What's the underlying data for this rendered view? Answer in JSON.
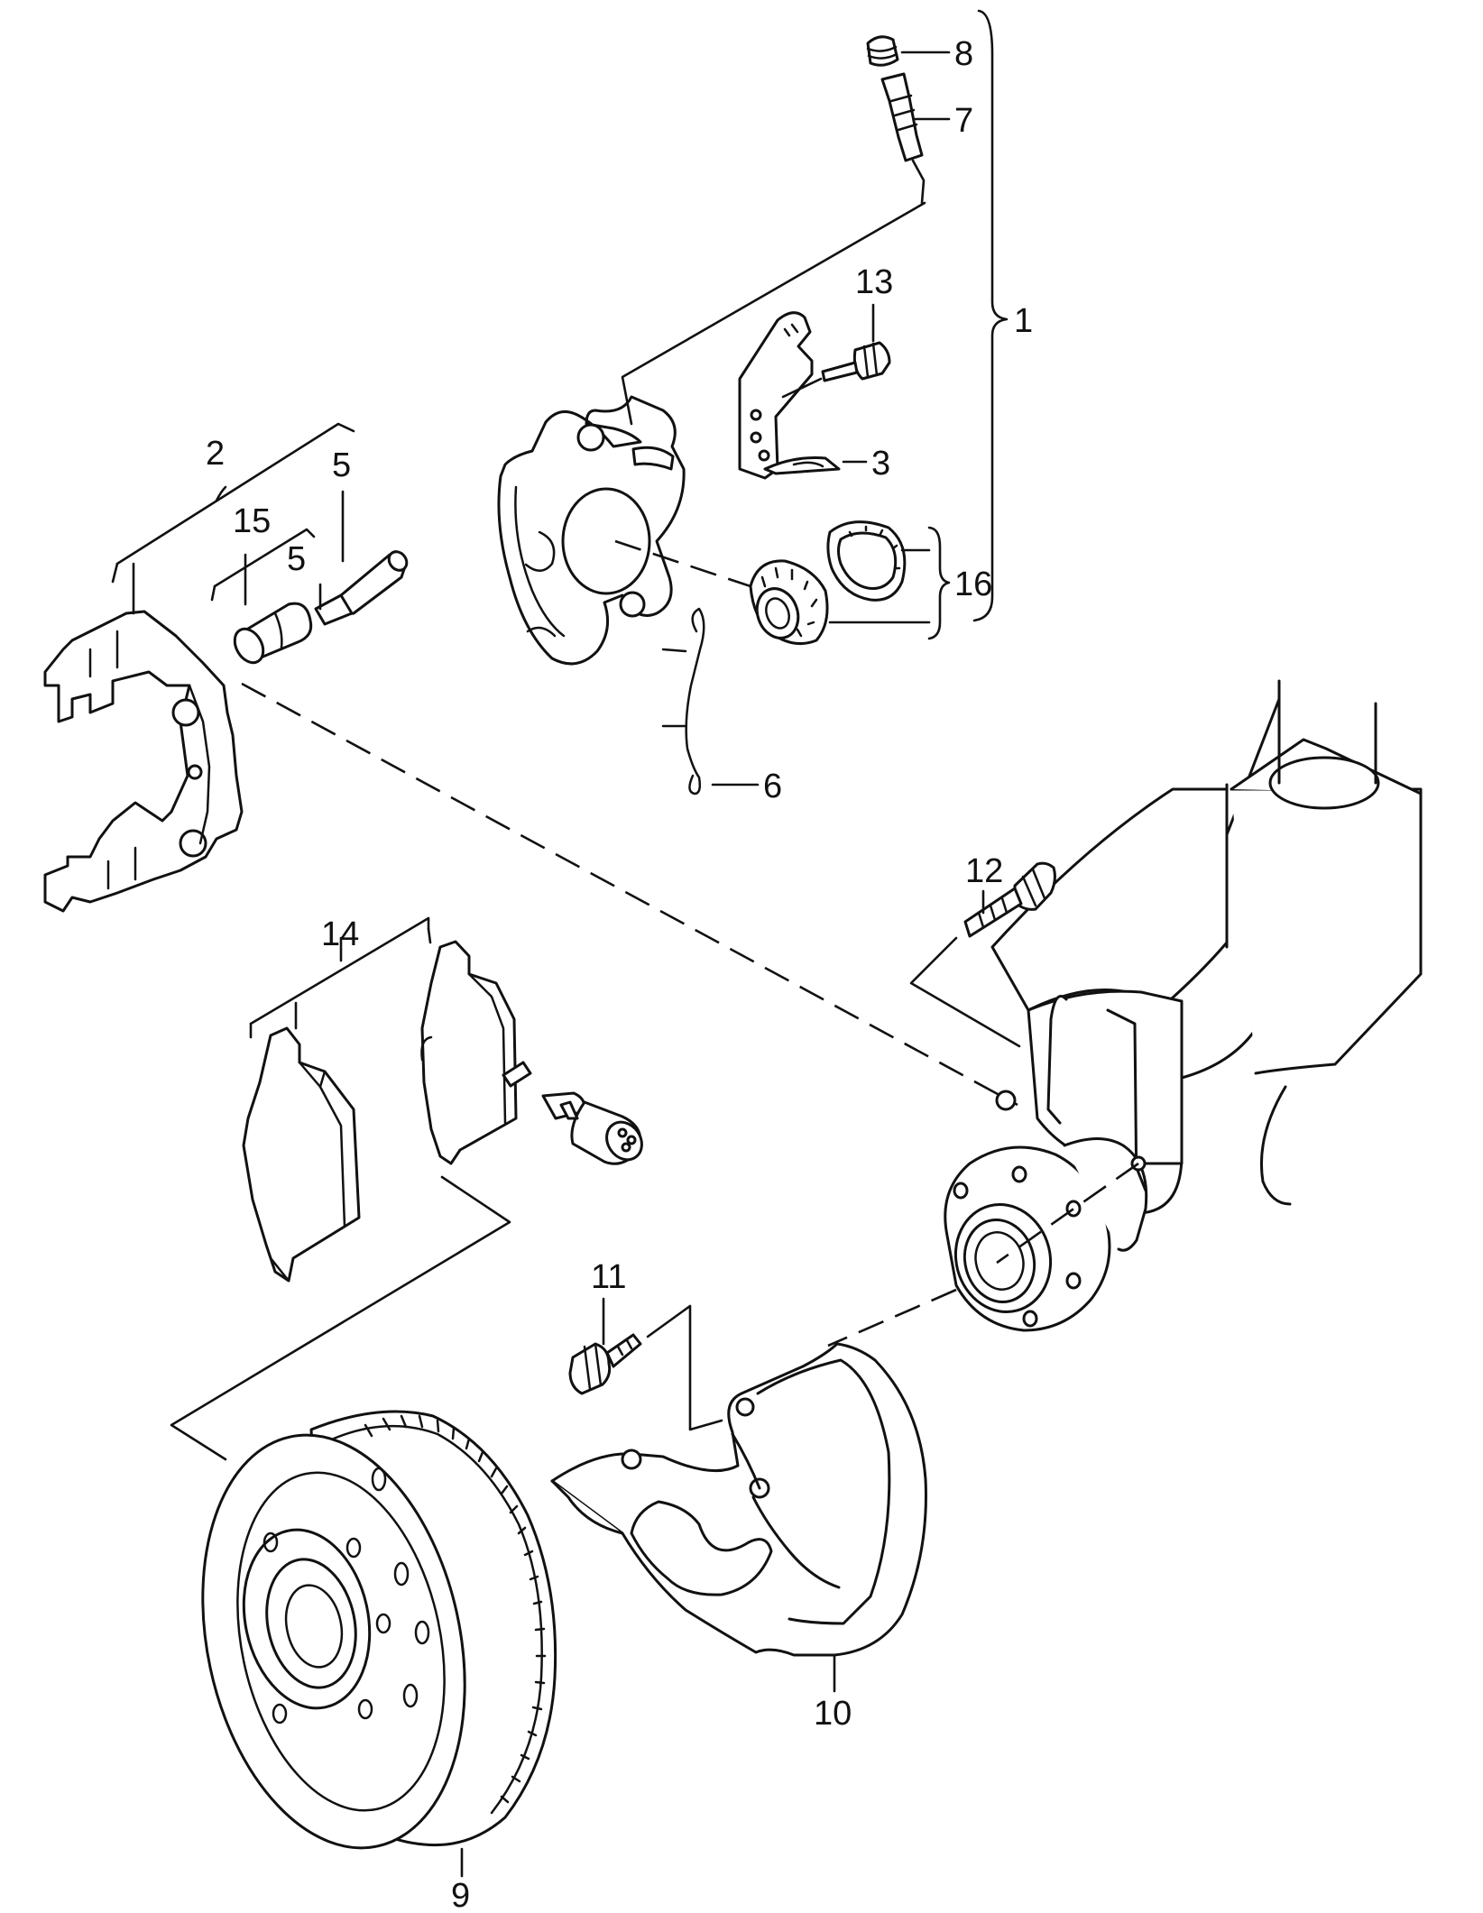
{
  "callouts": {
    "c1": "1",
    "c2": "2",
    "c3": "3",
    "c5a": "5",
    "c5b": "5",
    "c6": "6",
    "c7": "7",
    "c8": "8",
    "c9": "9",
    "c10": "10",
    "c11": "11",
    "c12": "12",
    "c13": "13",
    "c14": "14",
    "c15": "15",
    "c16": "16"
  },
  "colors": {
    "ink": "#111111",
    "paper": "#ffffff"
  }
}
